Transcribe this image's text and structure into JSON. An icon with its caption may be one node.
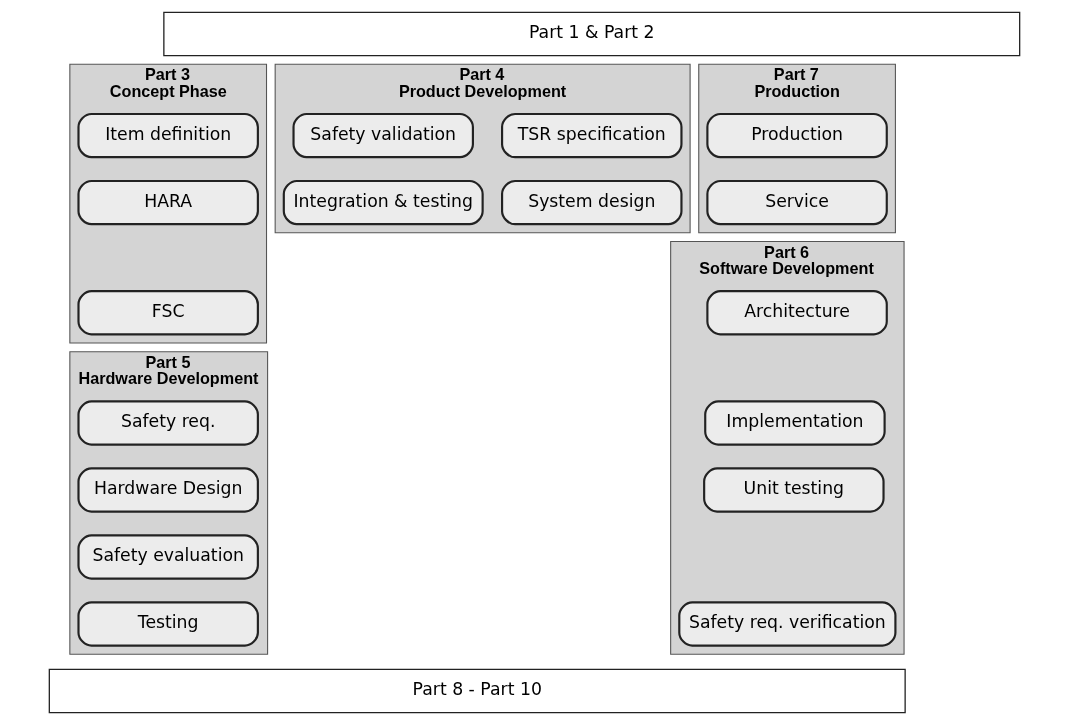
{
  "diagram": {
    "nodes": [
      {
        "text": [
          "Part 1 & Part 2"
        ]
      },
      {
        "text": [
          "Part 3",
          "Concept Phase"
        ]
      },
      {
        "text": [
          "Item definition"
        ],
        "in": 1
      },
      {
        "text": [
          "HARA"
        ],
        "in": 1
      },
      {
        "text": [
          "FSC"
        ],
        "in": 1
      },
      {
        "text": [
          "Part 4",
          "Product Development"
        ]
      },
      {
        "text": [
          "TSR specification"
        ],
        "in": 5
      },
      {
        "text": [
          "Safety validation"
        ],
        "in": 5
      },
      {
        "text": [
          "System design"
        ],
        "in": 5
      },
      {
        "text": [
          "Integration & testing"
        ],
        "in": 5
      },
      {
        "text": [
          "Part 7",
          "Production"
        ]
      },
      {
        "text": [
          "Production"
        ],
        "in": 10
      },
      {
        "text": [
          "Service"
        ],
        "in": 10
      },
      {
        "text": [
          "Part 5",
          "Hardware Development"
        ]
      },
      {
        "text": [
          "Safety req."
        ],
        "in": 13
      },
      {
        "text": [
          "Hardware Design"
        ],
        "in": 13
      },
      {
        "text": [
          "Safety evaluation"
        ],
        "in": 13
      },
      {
        "text": [
          "Testing"
        ],
        "in": 13
      },
      {
        "text": [
          "Part 6",
          "Software Development"
        ]
      },
      {
        "text": [
          "Architecture"
        ],
        "in": 18
      },
      {
        "text": [
          "Implementation"
        ],
        "in": 18
      },
      {
        "text": [
          "Unit testing"
        ],
        "in": 18
      },
      {
        "text": [
          "Safety req. verification"
        ],
        "in": 18
      },
      {
        "text": [
          "Part 8 - Part 10"
        ]
      }
    ],
    "edges": []
  }
}
